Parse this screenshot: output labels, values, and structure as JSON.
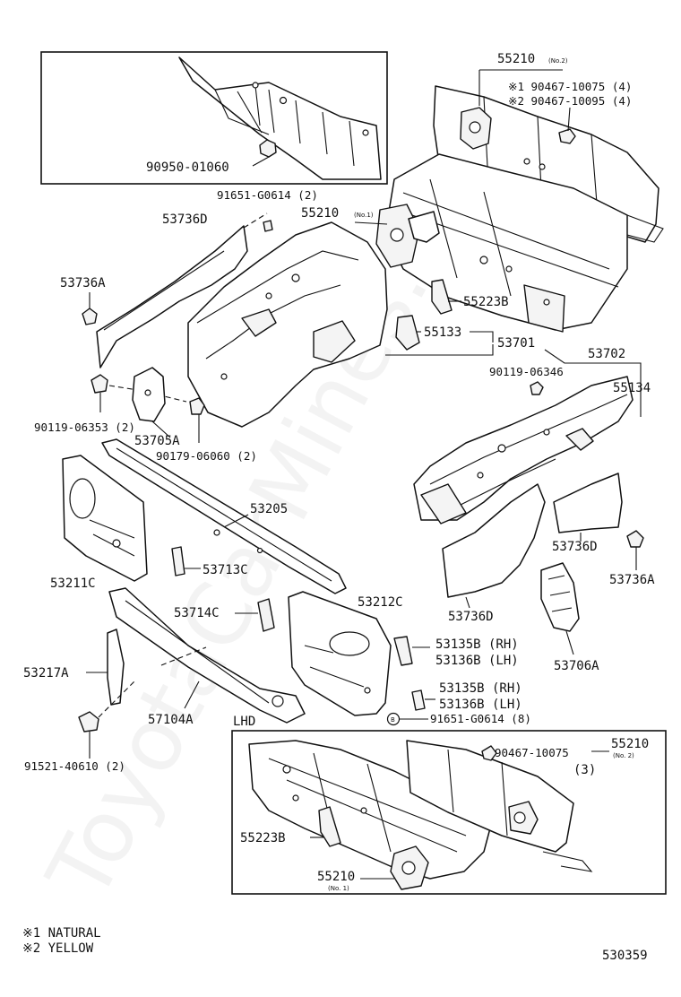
{
  "watermark": "ToyotaCarMines.ru",
  "lhd_label": "LHD",
  "labels": {
    "p90950": "90950-01060",
    "p91651_top": "91651-G0614 (2)",
    "p53736D_l": "53736D",
    "p55210_no1": "55210",
    "p55210_no1_sub": "(No.1)",
    "p53736A_l": "53736A",
    "p55223B": "55223B",
    "p55133": "55133",
    "p53701": "53701",
    "p53702": "53702",
    "p90119_r": "90119-06346",
    "p55134": "55134",
    "p90119_l": "90119-06353 (2)",
    "p53705A": "53705A",
    "p90179": "90179-06060 (2)",
    "p53205": "53205",
    "p53211C": "53211C",
    "p53713C": "53713C",
    "p53714C": "53714C",
    "p53212C": "53212C",
    "p53736D_r": "53736D",
    "p53736A_r": "53736A",
    "p53736D_b": "53736D",
    "p53706A": "53706A",
    "p53135B_1": "53135B (RH)",
    "p53136B_1": "53136B (LH)",
    "p53135B_2": "53135B (RH)",
    "p53136B_2": "53136B (LH)",
    "p91651_b": "91651-G0614 (8)",
    "p91651_b_mark": "B",
    "p53217A": "53217A",
    "p57104A": "57104A",
    "p91521": "91521-40610 (2)",
    "top_55210": "55210",
    "top_55210_sub": "(No.2)",
    "top_note1": "※1 90467-10075 (4)",
    "top_note2": "※2 90467-10095 (4)",
    "lhd_90467": "90467-10075",
    "lhd_90467_qty": "(3)",
    "lhd_55210": "55210",
    "lhd_55210_sub": "(No. 2)",
    "lhd_55223B": "55223B",
    "lhd_55210_b": "55210",
    "lhd_55210_b_sub": "(No. 1)"
  },
  "legend": {
    "item1": "※1 NATURAL",
    "item2": "※2 YELLOW"
  },
  "figure_number": "530359"
}
